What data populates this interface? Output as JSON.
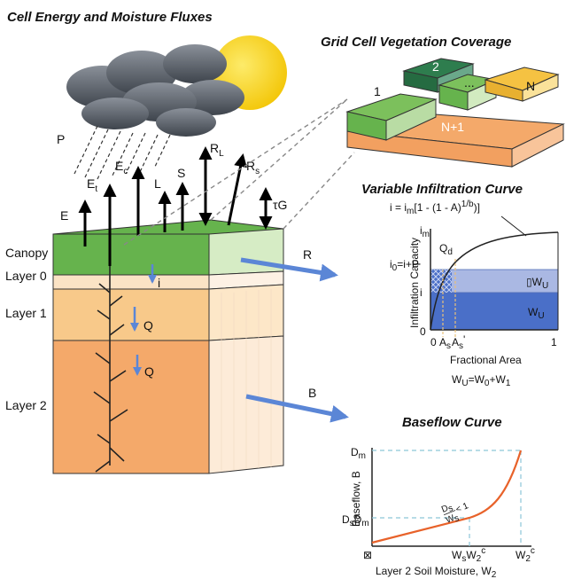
{
  "titles": {
    "energy": "Cell Energy and Moisture Fluxes",
    "vegetation": "Grid Cell Vegetation Coverage",
    "infiltration": "Variable Infiltration Curve",
    "baseflow": "Baseflow Curve"
  },
  "fluxes": {
    "P": "P",
    "E": "E",
    "Et": "E",
    "Et_sub": "t",
    "Ec": "E",
    "Ec_sub": "c",
    "L": "L",
    "S": "S",
    "RL": "R",
    "RL_sub": "L",
    "Rs": "R",
    "Rs_sub": "s",
    "tauG": "τG"
  },
  "layers": {
    "canopy": "Canopy",
    "layer0": "Layer 0",
    "layer1": "Layer 1",
    "layer2": "Layer 2",
    "i": "i",
    "Q1": "Q",
    "Q2": "Q",
    "R": "R",
    "B": "B"
  },
  "tiles": {
    "t1": "1",
    "t2": "2",
    "tdots": "...",
    "tN": "N",
    "tN1": "N+1"
  },
  "infiltration": {
    "equation": "i = i",
    "eq_sub": "m",
    "eq_rest": "[1 - (1 - A)",
    "eq_sup": "1/b",
    "eq_end": ")]",
    "ylabel": "Infiltration Capacity",
    "xlabel": "Fractional Area",
    "im": "i",
    "im_sub": "m",
    "Qd": "Q",
    "Qd_sub": "d",
    "i0": "i",
    "i0_sub": "0",
    "i0_rest": "=i+P",
    "i": "i",
    "zero_y": "0",
    "zero_x": "0",
    "one_x": "1",
    "As": "A",
    "As_sub": "s",
    "As2": "A",
    "As2_sub": "s",
    "As2_prime": "'",
    "dWu": "▯W",
    "dWu_sub": "U",
    "Wu": "W",
    "Wu_sub": "U",
    "balance": "W",
    "balance_sub1": "U",
    "balance_mid": "=W",
    "balance_sub2": "0",
    "balance_mid2": "+W",
    "balance_sub3": "1"
  },
  "baseflow": {
    "ylabel": "Baseflow, B",
    "xlabel": "Layer 2 Soil Moisture, W",
    "xlabel_sub": "2",
    "Dm": "D",
    "Dm_sub": "m",
    "DsDm": "D",
    "DsDm_sub": "s",
    "DsDm_mid": "D",
    "DsDm_sub2": "m",
    "ratio_top": "D",
    "ratio_top_sub": "s",
    "ratio_lt": " < 1",
    "ratio_bot": "W",
    "ratio_bot_sub": "s",
    "origin": "⊠",
    "WsW2c": "W",
    "WsW2c_sub": "s",
    "WsW2c_mid": "W",
    "WsW2c_sub2": "2",
    "WsW2c_sup": "c",
    "W2c": "W",
    "W2c_sub": "2",
    "W2c_sup": "c"
  },
  "colors": {
    "green": "#66b34d",
    "darkgreen": "#2e7d4e",
    "yellow": "#f5c242",
    "sun": "#f7d51d",
    "arrow_blue": "#5b86d6",
    "water_light": "#aab8e3",
    "water_dark": "#4a6fc8",
    "curve": "#e8622a"
  }
}
